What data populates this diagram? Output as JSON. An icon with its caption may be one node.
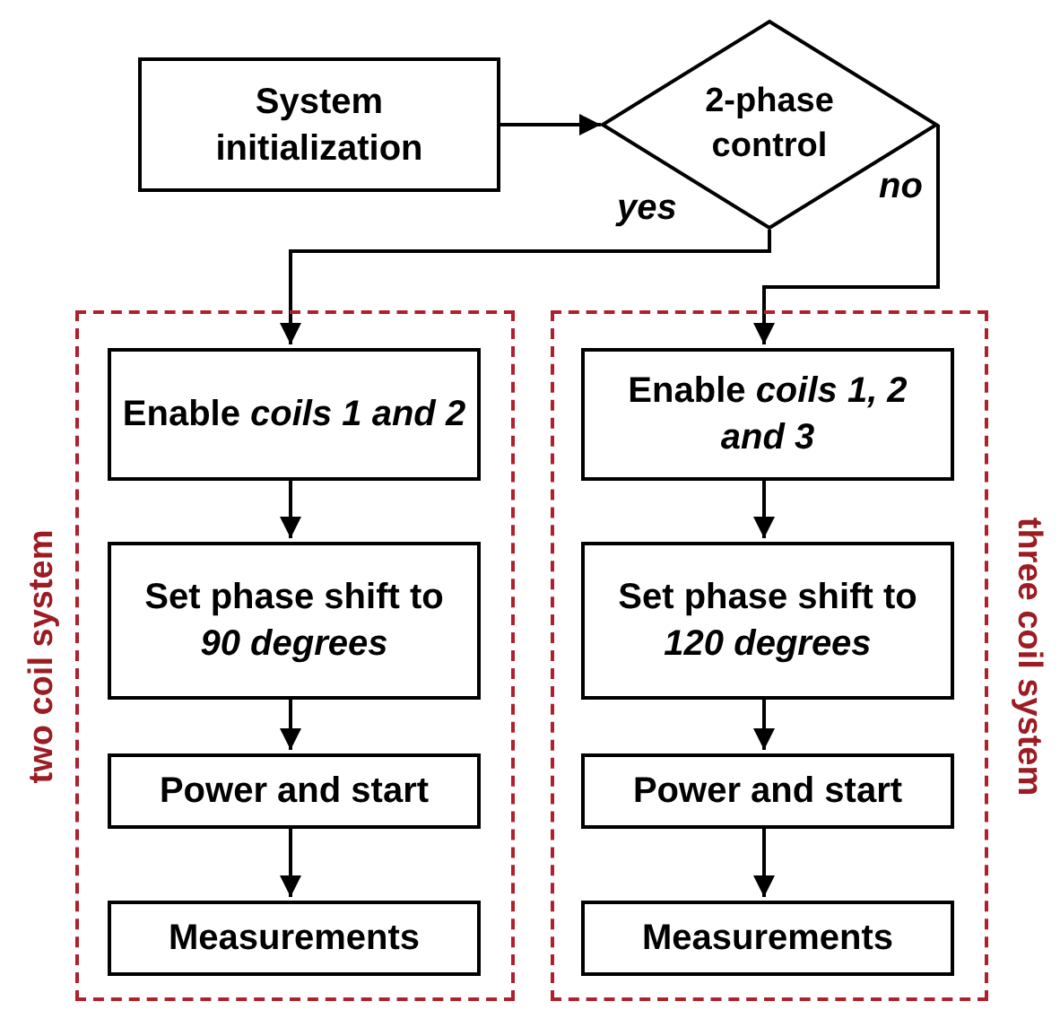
{
  "diagram": {
    "nodes": [
      {
        "text": [
          "System initialization"
        ]
      },
      {
        "text": [
          "2-phase control"
        ]
      },
      {
        "text": [],
        "shape": "box",
        "beside": [
          "two coil system"
        ]
      },
      {
        "text": [
          "Enable *coils 1 and 2*"
        ],
        "in": 2
      },
      {
        "text": [
          "Set phase shift to *90 degrees*"
        ],
        "in": 2
      },
      {
        "text": [
          "Power and start"
        ],
        "in": 2
      },
      {
        "text": [
          "Measurements"
        ],
        "in": 2
      },
      {
        "text": [],
        "shape": "box",
        "beside": [
          "three coil system"
        ]
      },
      {
        "text": [
          "Enable *coils 1, 2 and 3*"
        ],
        "in": 7
      },
      {
        "text": [
          "Set phase shift to *120 degrees*"
        ],
        "in": 7
      },
      {
        "text": [
          "Power and start"
        ],
        "in": 7
      },
      {
        "text": [
          "Measurements"
        ],
        "in": 7
      }
    ],
    "edges": [
      {
        "from": 0,
        "to": 1,
        "arrow": "to"
      },
      {
        "from": 1,
        "to": 3,
        "arrow": "to",
        "label": "yes"
      },
      {
        "from": 1,
        "to": 8,
        "arrow": "to",
        "label": "no"
      },
      {
        "from": 3,
        "to": 4,
        "arrow": "to"
      },
      {
        "from": 4,
        "to": 5,
        "arrow": "to"
      },
      {
        "from": 5,
        "to": 6,
        "arrow": "to"
      },
      {
        "from": 8,
        "to": 9,
        "arrow": "to"
      },
      {
        "from": 9,
        "to": 10,
        "arrow": "to"
      },
      {
        "from": 10,
        "to": 11,
        "arrow": "to"
      }
    ]
  }
}
